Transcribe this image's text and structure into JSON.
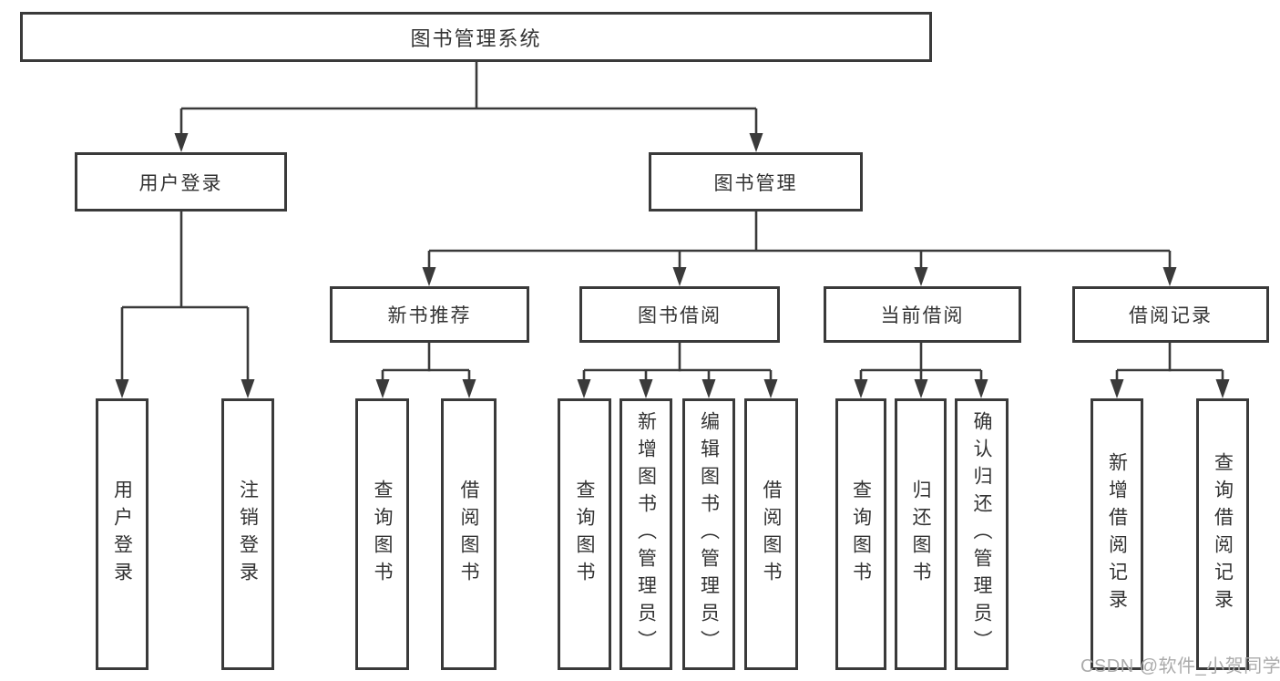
{
  "diagram": {
    "root": {
      "label": "图书管理系统"
    },
    "branches": [
      {
        "label": "用户登录",
        "leaves": [
          {
            "label": "用户登录"
          },
          {
            "label": "注销登录"
          }
        ]
      },
      {
        "label": "图书管理",
        "groups": [
          {
            "label": "新书推荐",
            "leaves": [
              {
                "label": "查询图书"
              },
              {
                "label": "借阅图书"
              }
            ]
          },
          {
            "label": "图书借阅",
            "leaves": [
              {
                "label": "查询图书"
              },
              {
                "label": "新增图书（管理员）"
              },
              {
                "label": "编辑图书（管理员）"
              },
              {
                "label": "借阅图书"
              }
            ]
          },
          {
            "label": "当前借阅",
            "leaves": [
              {
                "label": "查询图书"
              },
              {
                "label": "归还图书"
              },
              {
                "label": "确认归还（管理员）"
              }
            ]
          },
          {
            "label": "借阅记录",
            "leaves": [
              {
                "label": "新增借阅记录"
              },
              {
                "label": "查询借阅记录"
              }
            ]
          }
        ]
      }
    ]
  },
  "watermark": {
    "text": "CSDN @软件_小贺同学"
  },
  "colors": {
    "line": "#3a3a3a",
    "text": "#333333",
    "watermark": "#ababab",
    "background": "#ffffff"
  }
}
